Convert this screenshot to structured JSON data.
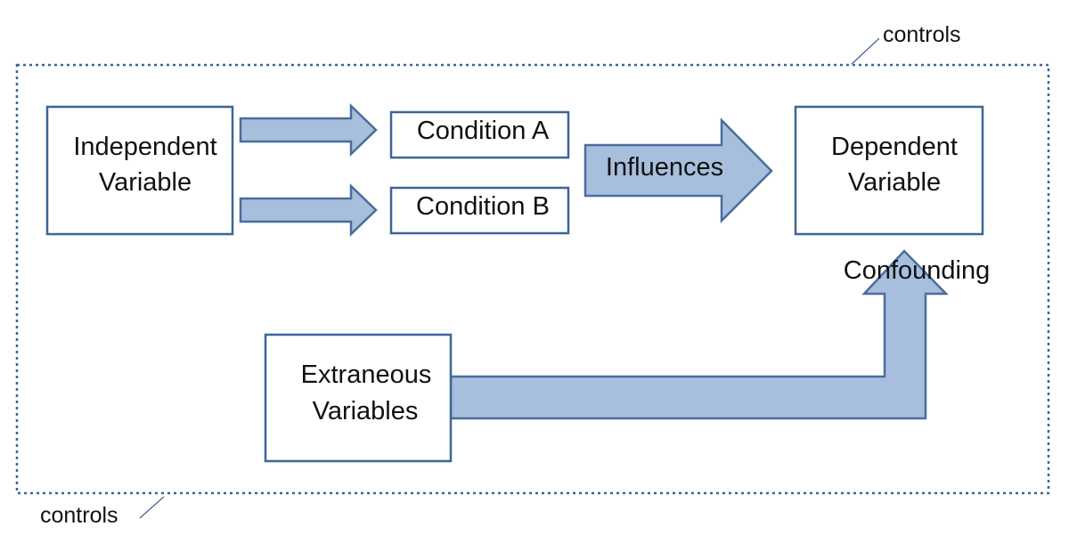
{
  "diagram": {
    "nodes": {
      "independent_variable": {
        "line1": "Independent",
        "line2": "Variable"
      },
      "condition_a": {
        "label": "Condition A"
      },
      "condition_b": {
        "label": "Condition B"
      },
      "dependent_variable": {
        "line1": "Dependent",
        "line2": "Variable"
      },
      "extraneous_variables": {
        "line1": "Extraneous",
        "line2": "Variables"
      }
    },
    "edges": {
      "influences": {
        "label": "Influences"
      },
      "confounding": {
        "label": "Confounding"
      }
    },
    "boundary": {
      "label_top": "controls",
      "label_bottom": "controls"
    },
    "colors": {
      "arrow_fill": "#a7bfdd",
      "arrow_stroke": "#4a6d9d",
      "box_stroke": "#3d6596",
      "boundary_stroke": "#3d6596",
      "text": "#111111"
    }
  }
}
